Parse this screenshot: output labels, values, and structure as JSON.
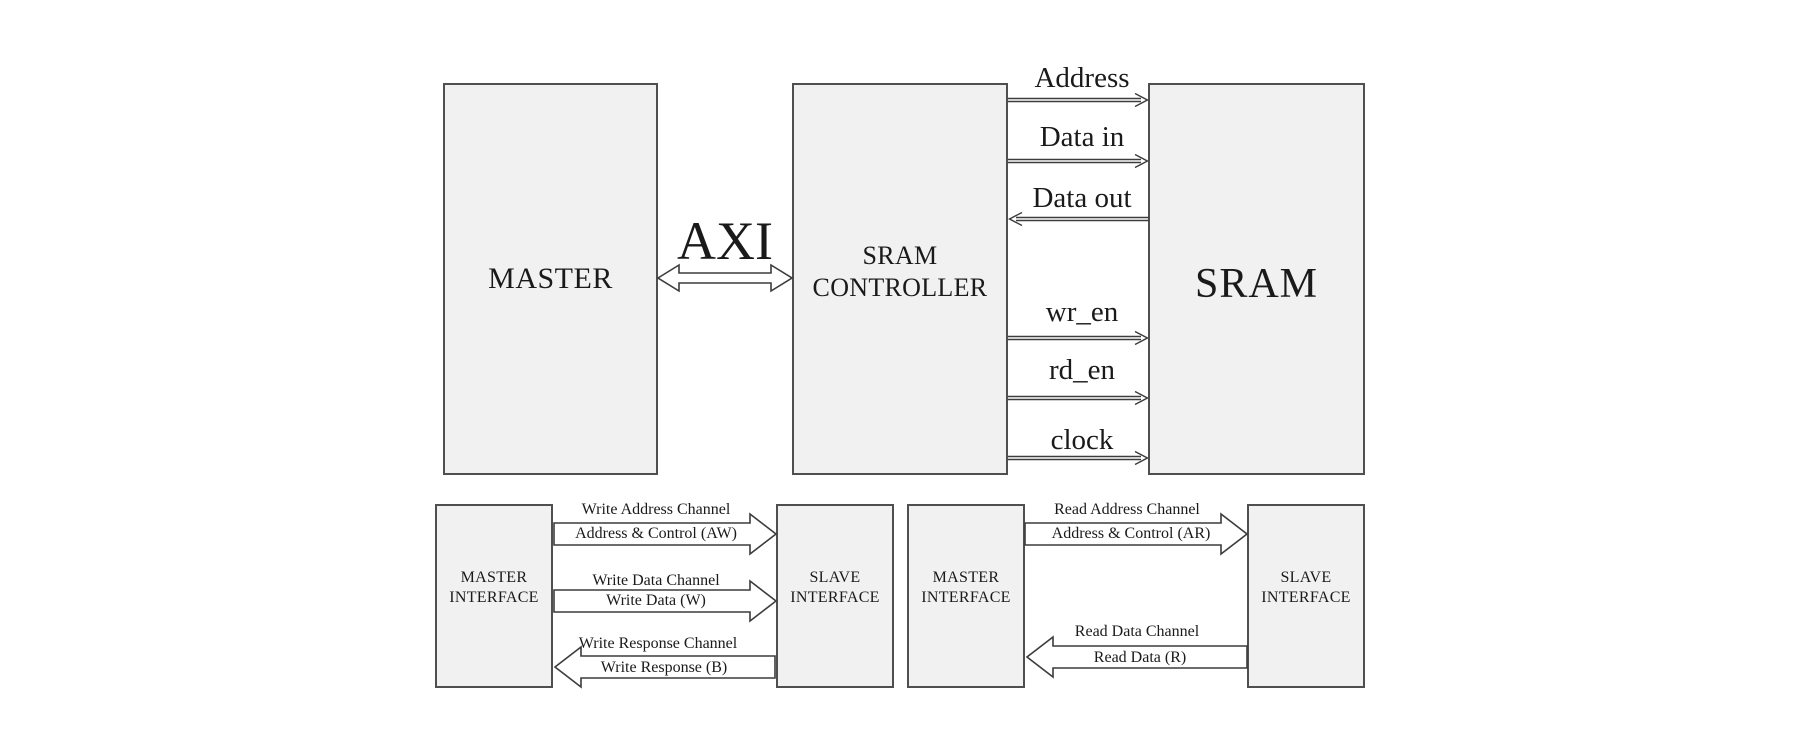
{
  "colors": {
    "background": "#ffffff",
    "box_fill": "#f1f1f1",
    "box_border": "#4f4f4f",
    "arrow_stroke": "#3c3c3c",
    "ink": "#1a1a1a"
  },
  "top": {
    "master": {
      "label": "MASTER"
    },
    "controller": {
      "line1": "SRAM",
      "line2": "CONTROLLER"
    },
    "sram": {
      "label": "SRAM"
    },
    "axi_label": "AXI",
    "signals": [
      {
        "label": "Address",
        "direction": "right"
      },
      {
        "label": "Data in",
        "direction": "right"
      },
      {
        "label": "Data out",
        "direction": "left"
      },
      {
        "label": "wr_en",
        "direction": "right"
      },
      {
        "label": "rd_en",
        "direction": "right"
      },
      {
        "label": "clock",
        "direction": "right"
      }
    ]
  },
  "bottom_left": {
    "master_box": {
      "line1": "MASTER",
      "line2": "INTERFACE"
    },
    "slave_box": {
      "line1": "SLAVE",
      "line2": "INTERFACE"
    },
    "channels": [
      {
        "channel": "Write Address Channel",
        "signal": "Address & Control (AW)",
        "direction": "right"
      },
      {
        "channel": "Write Data Channel",
        "signal": "Write Data (W)",
        "direction": "right"
      },
      {
        "channel": "Write Response Channel",
        "signal": "Write Response (B)",
        "direction": "left"
      }
    ]
  },
  "bottom_right": {
    "master_box": {
      "line1": "MASTER",
      "line2": "INTERFACE"
    },
    "slave_box": {
      "line1": "SLAVE",
      "line2": "INTERFACE"
    },
    "channels": [
      {
        "channel": "Read Address Channel",
        "signal": "Address & Control (AR)",
        "direction": "right"
      },
      {
        "channel": "Read Data Channel",
        "signal": "Read Data (R)",
        "direction": "left"
      }
    ]
  }
}
